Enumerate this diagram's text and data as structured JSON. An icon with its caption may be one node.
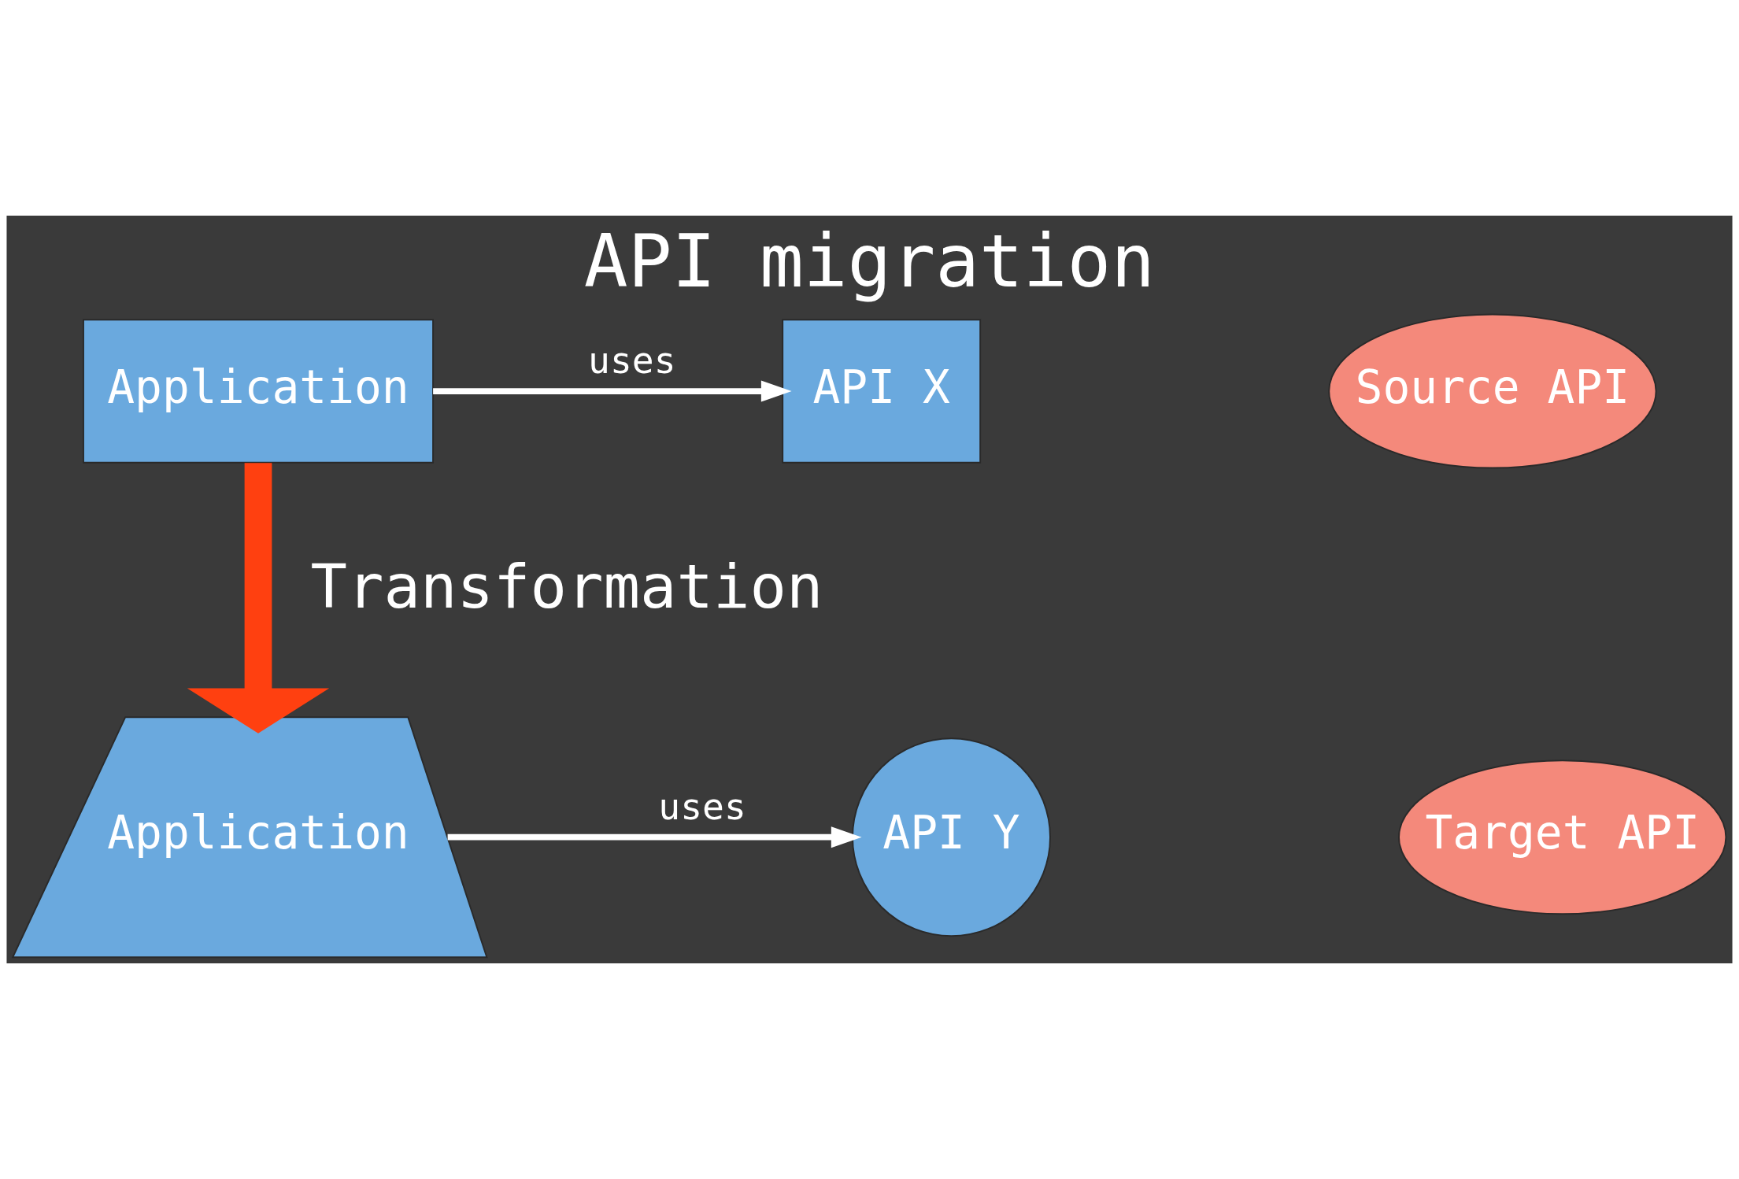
{
  "diagram": {
    "title": "API migration",
    "nodes": [
      {
        "text": [
          "Application"
        ]
      },
      {
        "text": [
          "API X"
        ]
      },
      {
        "text": [
          "Application"
        ]
      },
      {
        "text": [
          "API Y"
        ]
      },
      {
        "text": [
          "Source API"
        ]
      },
      {
        "text": [
          "Target API"
        ]
      }
    ],
    "edges": [
      {
        "from": 0,
        "to": 1,
        "arrow": "to",
        "label": "uses"
      },
      {
        "from": 0,
        "to": 2,
        "arrow": "to",
        "label": "Transformation",
        "style": "thick",
        "color": "#ff4010"
      },
      {
        "from": 2,
        "to": 3,
        "arrow": "to",
        "label": "uses"
      }
    ]
  }
}
